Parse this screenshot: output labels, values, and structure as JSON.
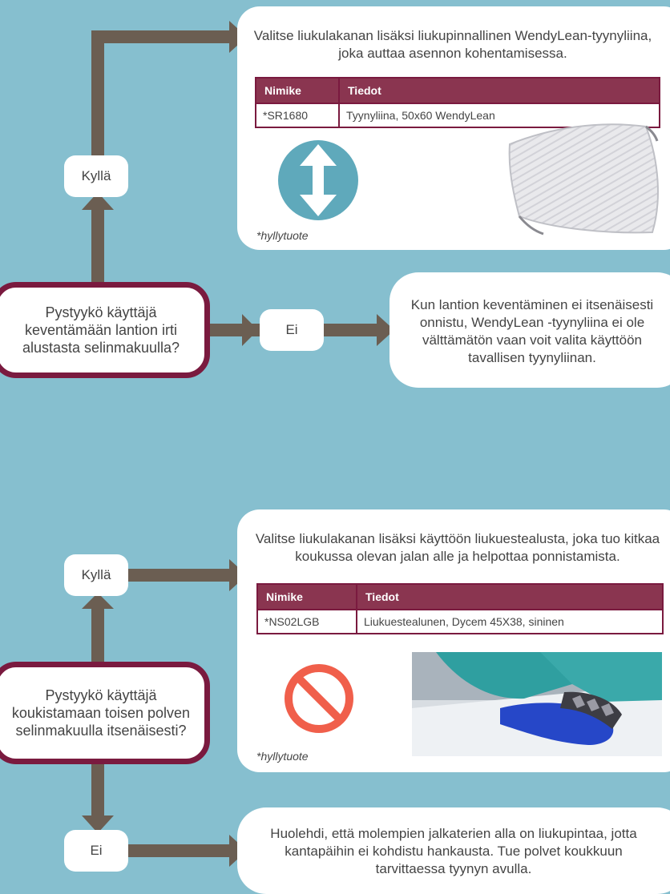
{
  "flow1": {
    "question": "Pystyykö käyttäjä keventämään lantion irti alustasta selinmakuulla?",
    "yes_label": "Kyllä",
    "no_label": "Ei",
    "yes_panel": {
      "text": "Valitse liukulakanan lisäksi liukupinnallinen WendyLean-tyynyliina, joka auttaa asennon kohentamisessa.",
      "table_headers": [
        "Nimike",
        "Tiedot"
      ],
      "table_rows": [
        [
          "*SR1680",
          "Tyynyliina, 50x60 WendyLean"
        ]
      ],
      "note": "*hyllytuote",
      "icon": "vertical-double-arrow-icon",
      "image": "pillow-photo"
    },
    "no_panel": {
      "text": "Kun lantion keventäminen ei itsenäisesti onnistu, WendyLean -tyynyliina ei ole välttämätön vaan voit valita käyttöön tavallisen tyynyliinan."
    }
  },
  "flow2": {
    "question": "Pystyykö käyttäjä koukistamaan toisen polven selinmakuulla itsenäisesti?",
    "yes_label": "Kyllä",
    "no_label": "Ei",
    "yes_panel": {
      "text": "Valitse liukulakanan lisäksi käyttöön liukuestealusta, joka tuo kitkaa koukussa olevan jalan alle ja helpottaa ponnistamista.",
      "table_headers": [
        "Nimike",
        "Tiedot"
      ],
      "table_rows": [
        [
          "*NS02LGB",
          "Liukuestealunen, Dycem 45X38, sininen"
        ]
      ],
      "note": "*hyllytuote",
      "icon": "no-entry-icon",
      "image": "foot-on-mat-photo"
    },
    "no_panel": {
      "text": "Huolehdi, että molempien jalkaterien alla on liukupintaa, jotta kantapäihin ei kohdistu hankausta. Tue polvet koukkuun tarvittaessa tyynyn avulla."
    }
  },
  "colors": {
    "background": "#86bfcf",
    "arrow": "#6b5e52",
    "border": "#7a1a3f",
    "table_header": "#8a3550",
    "accent_icon": "#5fa9bb",
    "no_icon": "#f05f4b"
  }
}
